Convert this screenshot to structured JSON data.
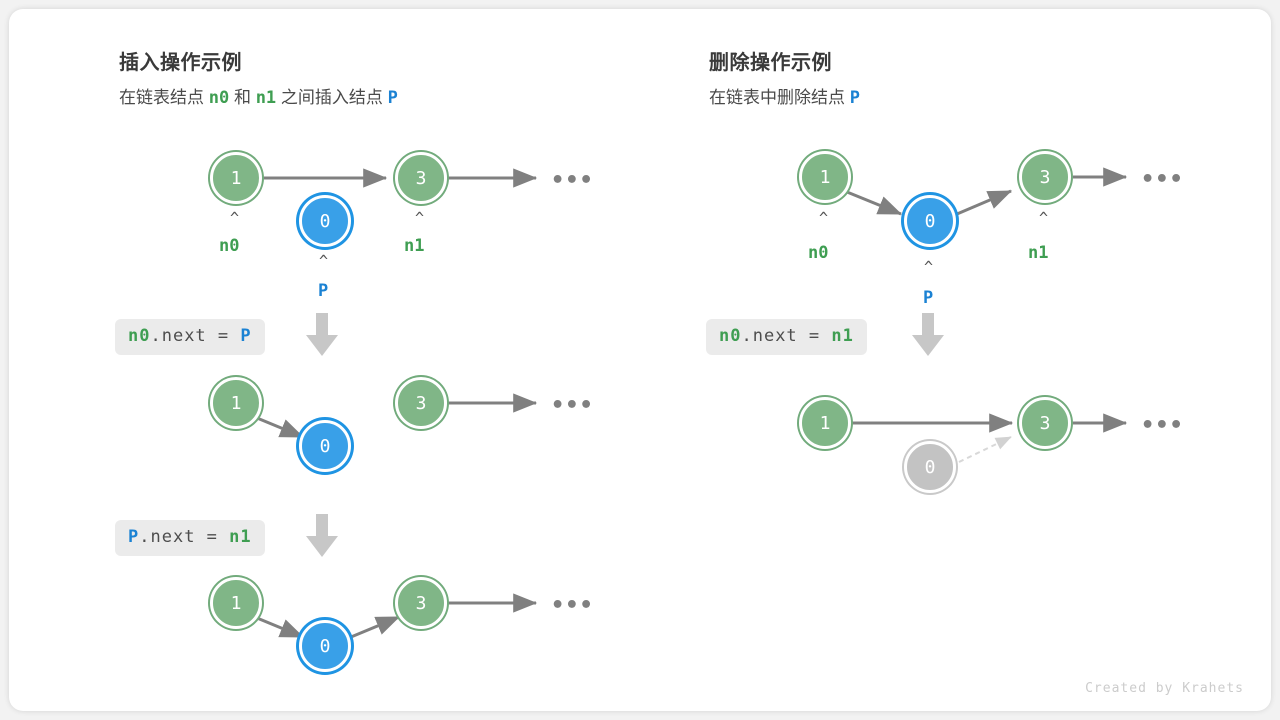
{
  "footer": {
    "credit": "Created by Krahets"
  },
  "panels": [
    {
      "id": "insert",
      "title": "插入操作示例",
      "subtitle_parts": [
        {
          "text": "在链表结点",
          "style": "plain"
        },
        {
          "text": "n0",
          "style": "green"
        },
        {
          "text": "和",
          "style": "plain"
        },
        {
          "text": "n1",
          "style": "green"
        },
        {
          "text": "之间插入结点",
          "style": "plain"
        },
        {
          "text": "P",
          "style": "blue"
        }
      ],
      "steps": [
        {
          "code_tokens": [
            {
              "text": "n0",
              "style": "green"
            },
            {
              "text": ".next = ",
              "style": "plain"
            },
            {
              "text": "P",
              "style": "blue"
            }
          ],
          "code_text": "n0.next = P"
        },
        {
          "code_tokens": [
            {
              "text": "P",
              "style": "blue"
            },
            {
              "text": ".next = ",
              "style": "plain"
            },
            {
              "text": "n1",
              "style": "green"
            }
          ],
          "code_text": "P.next = n1"
        }
      ],
      "rows": [
        {
          "label": "before-insert",
          "nodes": [
            {
              "value": "1",
              "color": "green",
              "var": "n0"
            },
            {
              "value": "0",
              "color": "blue",
              "var": "P"
            },
            {
              "value": "3",
              "color": "green",
              "var": "n1"
            }
          ],
          "ellipsis": "•••"
        },
        {
          "label": "after-n0-next-p",
          "nodes": [
            {
              "value": "1",
              "color": "green",
              "var": ""
            },
            {
              "value": "0",
              "color": "blue",
              "var": ""
            },
            {
              "value": "3",
              "color": "green",
              "var": ""
            }
          ],
          "ellipsis": "•••"
        },
        {
          "label": "after-p-next-n1",
          "nodes": [
            {
              "value": "1",
              "color": "green",
              "var": ""
            },
            {
              "value": "0",
              "color": "blue",
              "var": ""
            },
            {
              "value": "3",
              "color": "green",
              "var": ""
            }
          ],
          "ellipsis": "•••"
        }
      ]
    },
    {
      "id": "delete",
      "title": "删除操作示例",
      "subtitle_parts": [
        {
          "text": "在链表中删除结点",
          "style": "plain"
        },
        {
          "text": "P",
          "style": "blue"
        }
      ],
      "steps": [
        {
          "code_tokens": [
            {
              "text": "n0",
              "style": "green"
            },
            {
              "text": ".next = ",
              "style": "plain"
            },
            {
              "text": "n1",
              "style": "green"
            }
          ],
          "code_text": "n0.next = n1"
        }
      ],
      "rows": [
        {
          "label": "before-delete",
          "nodes": [
            {
              "value": "1",
              "color": "green",
              "var": "n0"
            },
            {
              "value": "0",
              "color": "blue",
              "var": "P"
            },
            {
              "value": "3",
              "color": "green",
              "var": "n1"
            }
          ],
          "ellipsis": "•••"
        },
        {
          "label": "after-delete",
          "nodes": [
            {
              "value": "1",
              "color": "green",
              "var": ""
            },
            {
              "value": "0",
              "color": "gray",
              "var": ""
            },
            {
              "value": "3",
              "color": "green",
              "var": ""
            }
          ],
          "ellipsis": "•••"
        }
      ]
    }
  ],
  "glyphs": {
    "caret": "＾",
    "ellipsis": "•••"
  },
  "colors": {
    "green_node_fill": "#80b687",
    "green_node_ring": "#72ab7c",
    "blue_node_fill": "#39a0e8",
    "blue_node_ring": "#1f94e3",
    "gray_node_fill": "#c3c3c3",
    "edge": "#808080",
    "dashed_edge": "#d8d8d8",
    "chip_bg": "#ebebeb",
    "green_text": "#3f9e52",
    "blue_text": "#1b82d3"
  }
}
